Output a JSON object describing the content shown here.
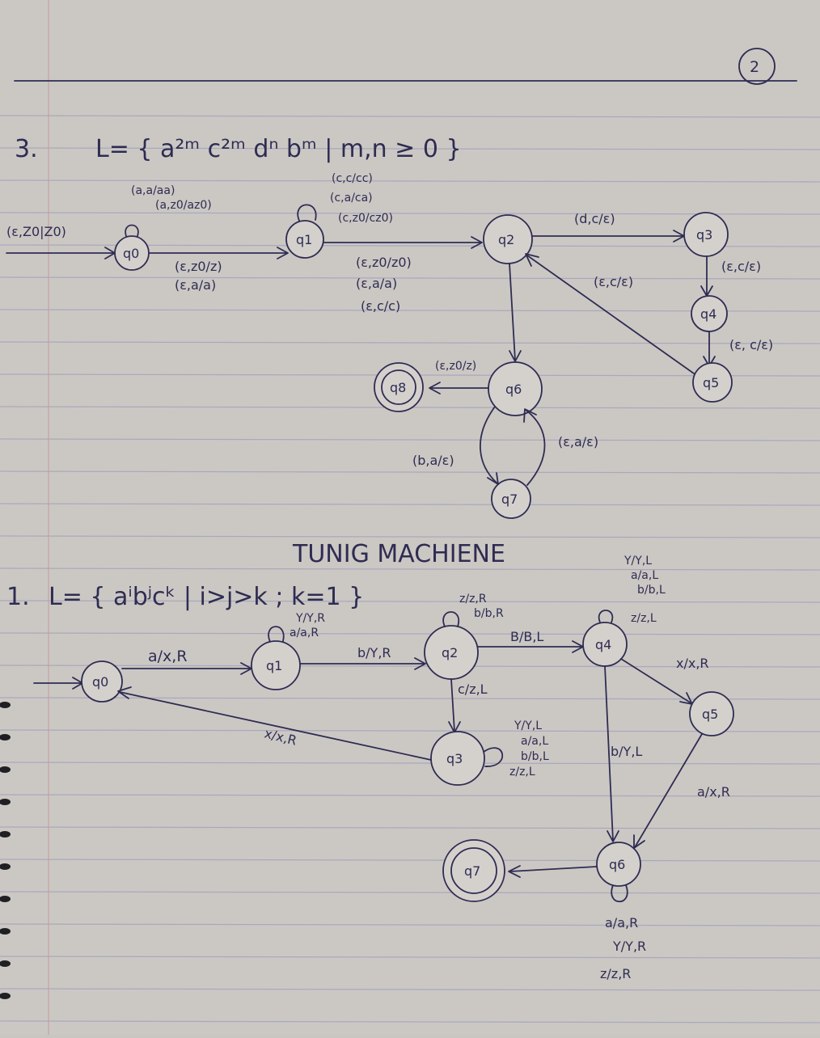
{
  "page_number": "2",
  "section_pda": {
    "number": "3.",
    "language": "L= { a²ᵐ c²ᵐ dⁿ bᵐ | m,n ≥ 0 }",
    "states": [
      "q0",
      "q1",
      "q2",
      "q3",
      "q4",
      "q5",
      "q6",
      "q7",
      "q8"
    ],
    "start_input": "(ε,Z0|Z0)",
    "loop_q0": [
      "(a,a/aa)",
      "(a,z0/az0)"
    ],
    "q0_q1": [
      "(ε,z0/z)",
      "(ε,a/a)"
    ],
    "loop_q1": [
      "(c,c/cc)",
      "(c,a/ca)",
      "(c,z0/cz0)"
    ],
    "q1_q2": [
      "(ε,z0/z0)",
      "(ε,a/a)",
      "(ε,c/c)"
    ],
    "q2_q3": "(d,c/ε)",
    "q3_q4": "(ε,c/ε)",
    "q4_q5": "(ε, c/ε)",
    "q5_q2": "(ε,c/ε)",
    "q6_q8": "(ε,z0/z)",
    "q6_q7": "(b,a/ε)",
    "q7_q6": "(ε,a/ε)"
  },
  "section_tm": {
    "title": "TUNIG MACHIENE",
    "number": "1.",
    "language": "L= { aⁱbʲcᵏ | i>j>k ; k=1 }",
    "states": [
      "q0",
      "q1",
      "q2",
      "q3",
      "q4",
      "q5",
      "q6",
      "q7"
    ],
    "q0_q1": "a/x,R",
    "loop_q1": [
      "Y/Y,R",
      "a/a,R"
    ],
    "q1_q2": "b/Y,R",
    "loop_q2": [
      "z/z,R",
      "b/b,R"
    ],
    "q2_q4": "B/B,L",
    "q2_q3": "c/z,L",
    "loop_q3": [
      "Y/Y,L",
      "a/a,L",
      "b/b,L",
      "z/z,L"
    ],
    "q3_q0": "x/x,R",
    "loop_q4": [
      "Y/Y,L",
      "a/a,L",
      "b/b,L",
      "z/z,L"
    ],
    "q4_q5": "x/x,R",
    "q4_q6": "b/Y,L",
    "q5_q6": "a/x,R",
    "loop_q6": [
      "a/a,R",
      "Y/Y,R",
      "z/z,R"
    ]
  }
}
